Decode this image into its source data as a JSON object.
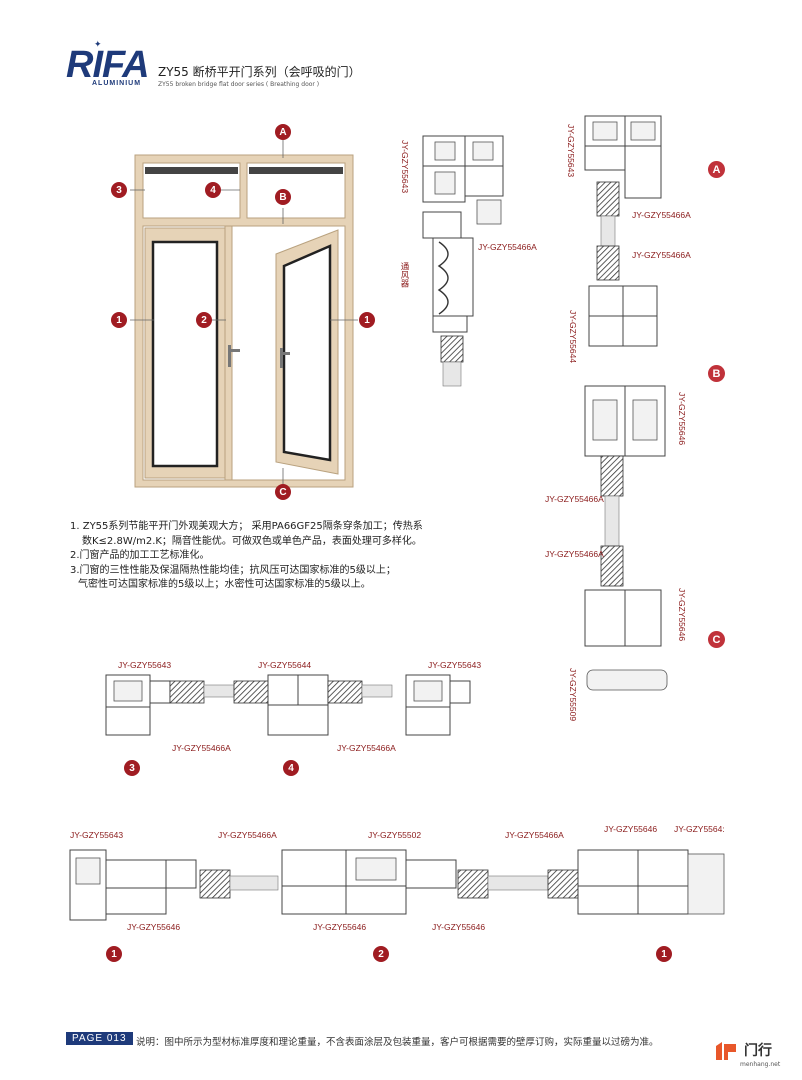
{
  "header": {
    "logo_text": "RIFA",
    "logo_sub": "ALUMINIUM",
    "title": "ZY55 断桥平开门系列（会呼吸的门）",
    "subtitle": "ZY55 broken bridge flat door series ( Breathing door )"
  },
  "door_markers": {
    "a": "A",
    "b": "B",
    "c": "C",
    "one": "1",
    "two": "2",
    "three": "3",
    "four": "4"
  },
  "section_labels": {
    "p55643": "JY-GZY55643",
    "p55466a": "JY-GZY55466A",
    "vent": "通风器",
    "p55644": "JY-GZY55644",
    "p55646": "JY-GZY55646",
    "p55509": "JY-GZY55509",
    "p55502": "JY-GZY55502",
    "p5564_cut": "JY-GZY5564:"
  },
  "badges": {
    "a": "A",
    "b": "B",
    "c": "C",
    "three": "3",
    "four": "4",
    "one": "1",
    "two": "2"
  },
  "description": {
    "line1": "1. ZY55系列节能平开门外观美观大方； 采用PA66GF25隔条穿条加工；传热系",
    "line2": "数K≤2.8W/m2.K；隔音性能优。可做双色或单色产品，表面处理可多样化。",
    "line3": "2.门窗产品的加工工艺标准化。",
    "line4": "3.门窗的三性性能及保温隔热性能均佳；抗风压可达国家标准的5级以上；",
    "line5": "气密性可达国家标准的5级以上；水密性可达国家标准的5级以上。"
  },
  "footer": {
    "page": "PAGE 013",
    "note": "说明：图中所示为型材标准厚度和理论重量，不含表面涂层及包装重量，客户可根据需要的壁厚订购，实际重量以过磅为准。",
    "watermark": "门行",
    "watermark_sub": "menhang.net"
  },
  "colors": {
    "brand": "#1e3a7a",
    "accent": "#a01c22",
    "frame": "#e3cfb2"
  }
}
